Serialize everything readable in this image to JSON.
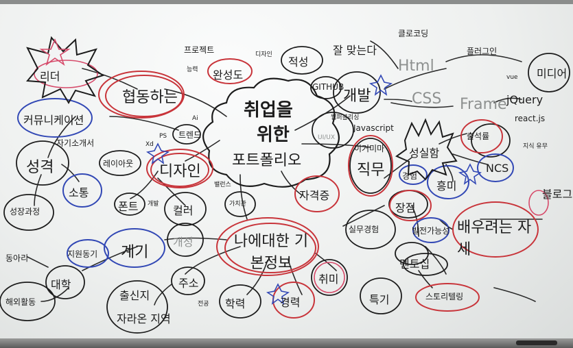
{
  "image": {
    "description": "Whiteboard mind map in Korean marker handwriting about preparing a portfolio for employment"
  },
  "center_topic": {
    "line1": "취업을",
    "line2": "위한",
    "line3": "포트폴리오"
  },
  "nodes": {
    "aptitude": "적성",
    "fits_well": "잘 맞는다",
    "cloud_coding": "클로코딩",
    "github": "GITHUB",
    "dev": "개발",
    "html": "Html",
    "css": "CSS",
    "frame": "Frame",
    "plugin": "플러그인",
    "vue": "vue",
    "jquery": "jQuery",
    "react": "react.js",
    "javascript": "Javascript",
    "webpub": "웹퍼블리싱",
    "ui_ux": "UI/UX",
    "design_label": "디자인",
    "project": "프로젝트",
    "ability": "능력",
    "completeness": "완성도",
    "collab": "협동하는",
    "comm": "커뮤니케이션",
    "personality": "성격",
    "self_intro": "자기소개서",
    "communication": "소통",
    "growth": "성장과정",
    "layout": "레이아웃",
    "design": "디자인",
    "ps": "PS",
    "ai": "Ai",
    "xd": "Xd",
    "font": "폰트",
    "dev_small": "개발",
    "color": "컬러",
    "trend": "트렌드",
    "balance": "밸런스",
    "cert": "자격증",
    "value": "가치관",
    "self_basic": "나에대한 기본정보",
    "personality2": "개성",
    "motive": "지원동기",
    "trigger": "계기",
    "club": "동아리",
    "college": "대학",
    "overseas": "해외활동",
    "hometown": "출신지",
    "region": "자라온 지역",
    "address": "주소",
    "major": "전공",
    "education": "학력",
    "career": "경력",
    "hobby": "취미",
    "specialty": "특기",
    "experience": "실무경험",
    "good_point": "장점",
    "job": "직무",
    "past_exp": "경험",
    "sincerity": "성실함",
    "interest": "흥미",
    "attendance": "출석률",
    "knowledge": "지식 유무",
    "ncs": "NCS",
    "growth_pot": "발전가능성",
    "learn_attitude": "배우려는 자세",
    "blog": "블로그",
    "media": "미디어",
    "mentor": "멘토십",
    "storytelling": "스토리텔링",
    "leader": "리더",
    "ccc": "이거미마"
  },
  "colors": {
    "ink_black": "#1c1c1c",
    "ink_red": "#c8343a",
    "ink_blue": "#3248b5",
    "ink_pink": "#d64a6a",
    "faint_gray": "#8e9190"
  }
}
